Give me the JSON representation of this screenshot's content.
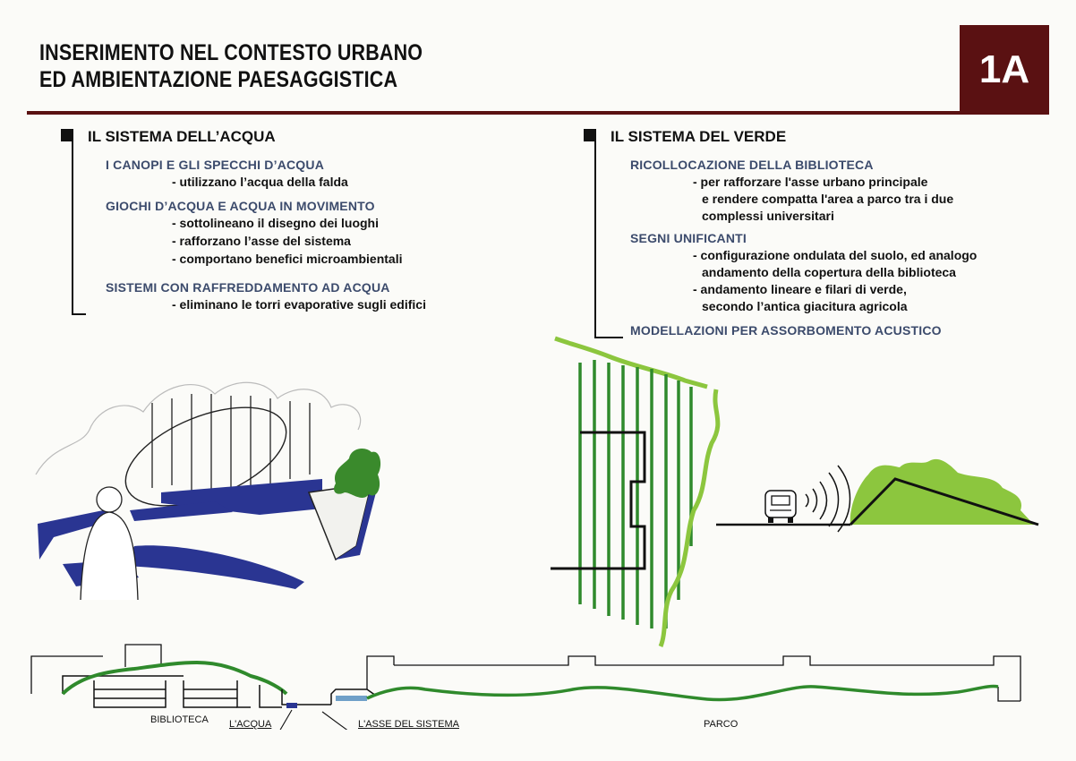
{
  "header": {
    "title_line1": "INSERIMENTO NEL CONTESTO URBANO",
    "title_line2": "ED AMBIENTAZIONE PAESAGGISTICA",
    "badge": "1A"
  },
  "water": {
    "title": "IL SISTEMA DELL’ACQUA",
    "groups": [
      {
        "heading": "I CANOPI E GLI SPECCHI D’ACQUA",
        "items": [
          "- utilizzano l’acqua della falda"
        ]
      },
      {
        "heading": "GIOCHI D’ACQUA E ACQUA IN MOVIMENTO",
        "items": [
          "- sottolineano il disegno dei luoghi",
          "- rafforzano l’asse del sistema",
          "- comportano benefici microambientali"
        ]
      },
      {
        "heading": "SISTEMI CON RAFFREDDAMENTO AD ACQUA",
        "items": [
          "- eliminano le torri evaporative sugli edifici"
        ]
      }
    ]
  },
  "green": {
    "title": "IL SISTEMA DEL VERDE",
    "groups": [
      {
        "heading": "RICOLLOCAZIONE DELLA BIBLIOTECA",
        "items": [
          "- per rafforzare l'asse urbano principale",
          "e rendere compatta l'area a parco tra i due",
          "complessi universitari"
        ]
      },
      {
        "heading": "SEGNI UNIFICANTI",
        "items": [
          "- configurazione ondulata del suolo, ed analogo",
          "andamento della copertura della biblioteca",
          "- andamento lineare e filari di verde,",
          "secondo l’antica giacitura agricola"
        ]
      },
      {
        "heading": "MODELLAZIONI PER ASSORBOMENTO ACUSTICO",
        "items": []
      }
    ]
  },
  "section_labels": {
    "biblioteca": "BIBLIOTECA",
    "acqua": "L'ACQUA",
    "asse": "L'ASSE DEL SISTEMA",
    "parco": "PARCO"
  },
  "colors": {
    "accent": "#5a1112",
    "heading_blue": "#3c4b6c",
    "water_blue": "#2a3592",
    "green": "#2f8a2c",
    "light_green": "#8cc63e"
  }
}
